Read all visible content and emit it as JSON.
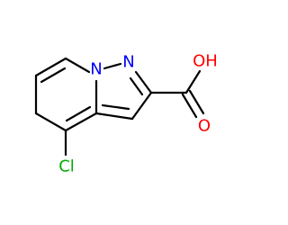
{
  "molecule": {
    "atoms": {
      "n1": {
        "symbol": "N",
        "color": "#0000ff"
      },
      "n2": {
        "symbol": "N",
        "color": "#0000ff"
      },
      "oh": {
        "symbol": "OH",
        "color": "#ff0000"
      },
      "o_carbonyl": {
        "symbol": "O",
        "color": "#ff0000"
      },
      "cl": {
        "symbol": "Cl",
        "color": "#00aa00"
      }
    },
    "bond_color": "#000000"
  }
}
